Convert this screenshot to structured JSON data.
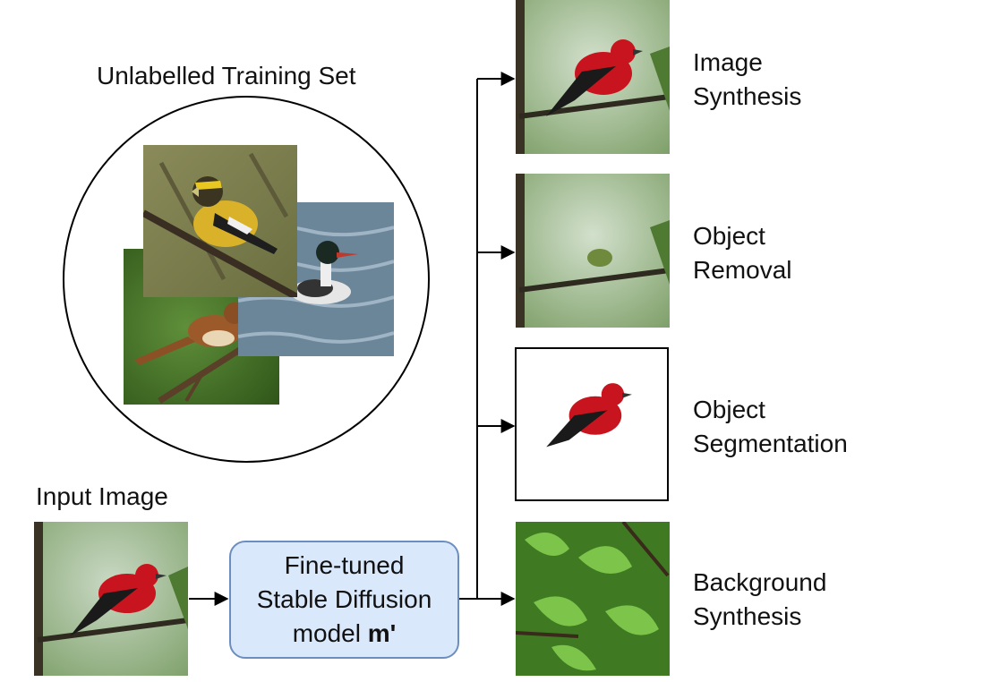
{
  "training_set": {
    "title": "Unlabelled Training Set"
  },
  "input": {
    "title": "Input Image"
  },
  "model": {
    "line1": "Fine-tuned",
    "line2": "Stable Diffusion",
    "line3_prefix": "model ",
    "line3_bold": "m'"
  },
  "outputs": [
    {
      "line1": "Image",
      "line2": "Synthesis"
    },
    {
      "line1": "Object",
      "line2": "Removal"
    },
    {
      "line1": "Object",
      "line2": "Segmentation"
    },
    {
      "line1": "Background",
      "line2": "Synthesis"
    }
  ],
  "colors": {
    "model_fill": "#dae8fc",
    "model_border": "#6c8ebf",
    "bird_red": "#c8141e"
  }
}
